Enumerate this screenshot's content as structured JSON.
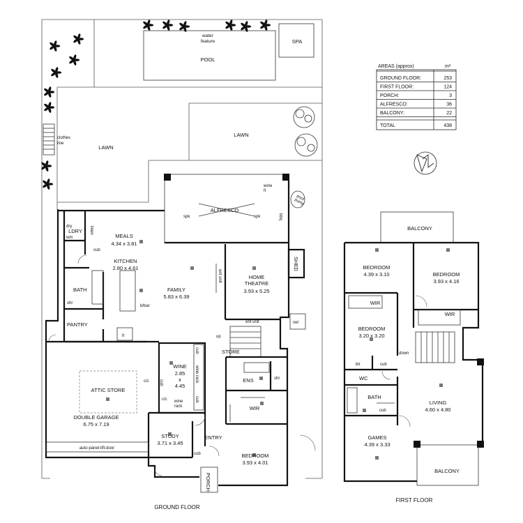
{
  "site": {
    "water_feature": "water\nfeature",
    "pool": "POOL",
    "spa": "SPA",
    "lawn_left": "LAWN",
    "lawn_right": "LAWN",
    "clothes_line": "clothes\nline",
    "pool_pump": "pool\npump"
  },
  "areas_table": {
    "header_label": "AREAS (approx)",
    "header_unit": "m²",
    "rows": [
      {
        "label": "GROUND FLOOR:",
        "value": "253"
      },
      {
        "label": "FIRST FLOOR:",
        "value": "124"
      },
      {
        "label": "PORCH:",
        "value": "3"
      },
      {
        "label": "ALFRESCO:",
        "value": "36"
      },
      {
        "label": "BALCONY:",
        "value": "22"
      }
    ],
    "total_label": "TOTAL",
    "total_value": "438"
  },
  "ground_floor": {
    "title": "GROUND FLOOR",
    "alfresco": "ALFRESCO",
    "wine_fr": "wine\nfr",
    "bbq": "bbq",
    "spk1": "spk",
    "spk2": "spk",
    "ldry": "LDRY",
    "dry": "dry",
    "wm": "wm",
    "linen": "linen",
    "cub_ldry": "cub",
    "meals": "MEALS",
    "meals_dim": "4.34 x 3.81",
    "kitchen": "KITCHEN",
    "kitchen_dim": "2.80 x 4.61",
    "bath": "BATH",
    "shr_bath": "shr",
    "family": "FAMILY",
    "family_dim": "5.83 x 6.39",
    "bbar": "b/bar",
    "ent_unit_v": "ent unit",
    "home_theatre": "HOME\nTHEATRE",
    "home_theatre_dim": "3.93 x 5.25",
    "shed": "SHED",
    "pantry": "PANTRY",
    "fr": "fr",
    "ent_unit_h": "ent unit",
    "rwt": "rwt",
    "up": "up",
    "store": "STORE",
    "wine": "WINE",
    "wine_dim": "2.85\nx\n4.45",
    "cub_w1": "cub",
    "wine_rack1": "wine rack",
    "cub_w2": "cub",
    "wine_rack2": "wine\nrack",
    "cub_w3": "cub",
    "cc1": "c/c",
    "cc2": "c/c",
    "attic_store": "ATTIC STORE",
    "double_garage": "DOUBLE GARAGE",
    "double_garage_dim": "6.75 x 7.19",
    "auto_door": "auto-panel-lift-door",
    "ens": "ENS",
    "shr_ens": "shr",
    "wir": "WIR",
    "study": "STUDY",
    "study_dim": "3.71 x 3.45",
    "cub_study": "cub",
    "entry": "ENTRY",
    "bedroom": "BEDROOM",
    "bedroom_dim": "3.93 x 4.01",
    "porch": "PORCH"
  },
  "first_floor": {
    "title": "FIRST FLOOR",
    "balcony_top": "BALCONY",
    "bedroom1": "BEDROOM",
    "bedroom1_dim": "4.39 x 3.10",
    "bedroom2": "BEDROOM",
    "bedroom2_dim": "3.93 x 4.16",
    "wir1": "WIR",
    "wir2": "WIR",
    "bedroom3": "BEDROOM",
    "bedroom3_dim": "3.20 x 3.20",
    "down": "down",
    "blr": "blr",
    "cub1": "cub",
    "wc": "WC",
    "bath": "BATH",
    "cub2": "cub",
    "living": "LIVING",
    "living_dim": "4.60 x 4.80",
    "games": "GAMES",
    "games_dim": "4.39 x 3.33",
    "balcony_bottom": "BALCONY"
  }
}
